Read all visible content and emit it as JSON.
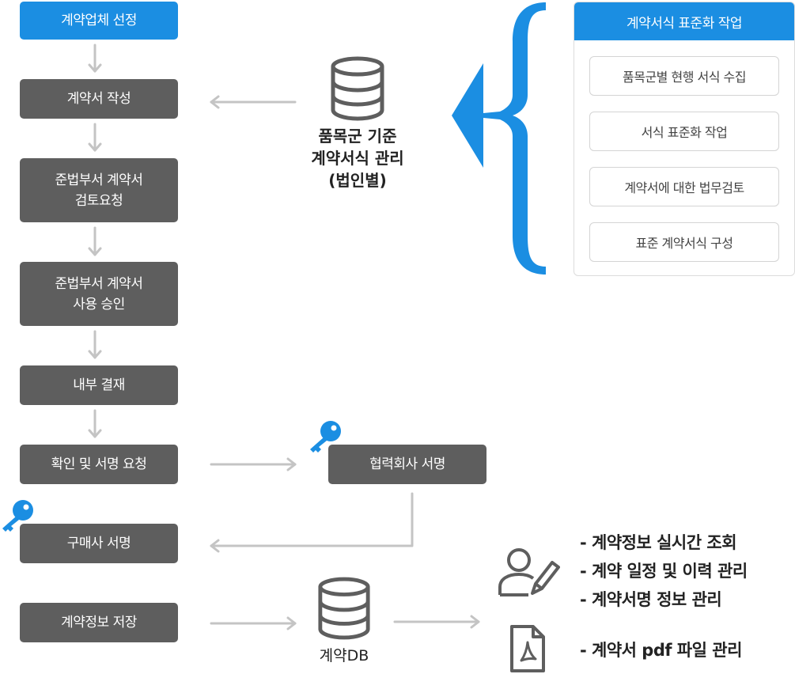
{
  "left_steps": [
    "계약업체 선정",
    "계약서 작성",
    "준법부서 계약서\n검토요청",
    "준법부서 계약서\n사용 승인",
    "내부 결재",
    "확인 및 서명 요청",
    "구매사 서명",
    "계약정보 저장"
  ],
  "center": {
    "template_db_label": "품목군 기준\n계약서식 관리\n(법인별)",
    "partner_sign": "협력회사 서명",
    "contract_db_label": "계약DB"
  },
  "panel": {
    "title": "계약서식 표준화 작업",
    "items": [
      "품목군별 현행 서식 수집",
      "서식 표준화 작업",
      "계약서에 대한 법무검토",
      "표준 계약서식 구성"
    ]
  },
  "features": {
    "user_items": [
      "- 계약정보 실시간 조회",
      "- 계약 일정 및 이력 관리",
      "- 계약서명 정보 관리"
    ],
    "pdf_item": "- 계약서 pdf 파일 관리"
  },
  "colors": {
    "accent": "#1b8ee2",
    "box": "#5e5e5e",
    "arrow": "#c4c4c4",
    "icon": "#5e5e5e"
  }
}
